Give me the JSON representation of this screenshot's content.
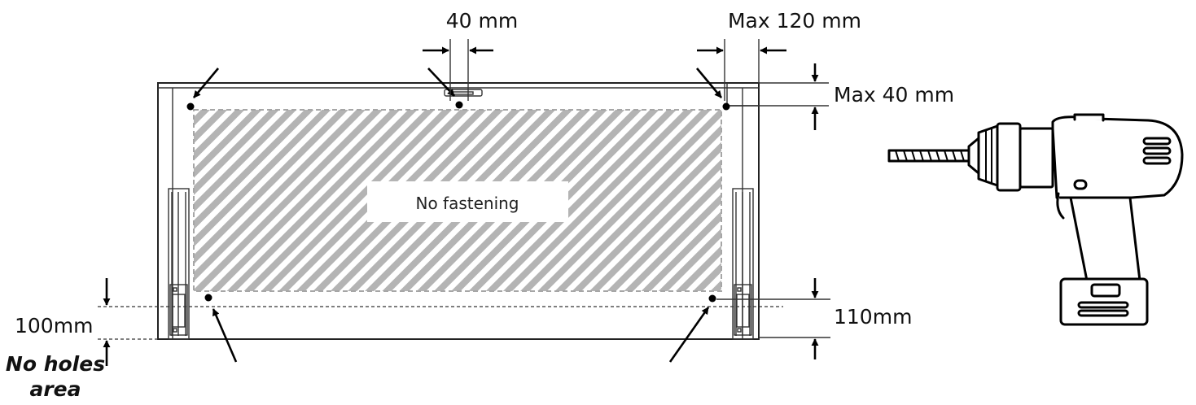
{
  "diagram": {
    "dimensions": {
      "pin_spacing": "40 mm",
      "max_edge_offset": "Max 120 mm",
      "max_top_offset": "Max 40 mm",
      "bottom_height": "110mm",
      "no_holes_height": "100mm"
    },
    "zones": {
      "no_fastening": "No fastening",
      "no_holes_line1": "No holes",
      "no_holes_line2": "area"
    },
    "icons": {
      "tool": "cordless-drill-icon"
    }
  }
}
